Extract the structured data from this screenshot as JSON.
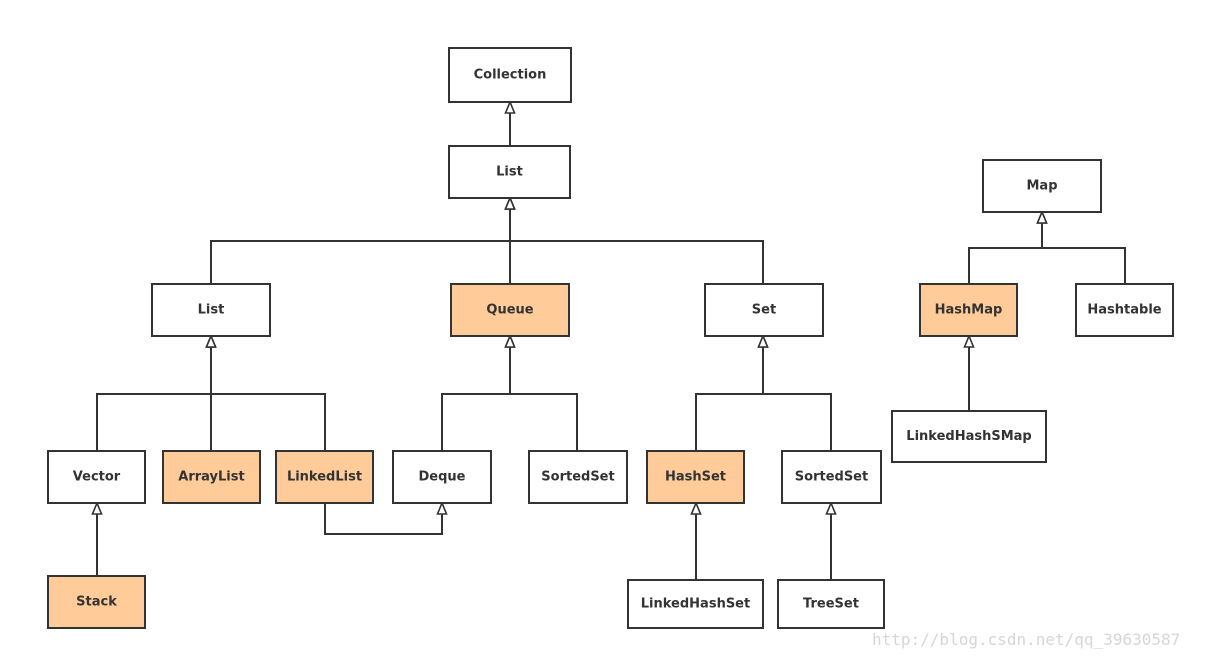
{
  "colors": {
    "highlight_fill": "#ffcc99",
    "default_fill": "#ffffff",
    "stroke": "#333333"
  },
  "nodes": [
    {
      "id": "collection",
      "label": "Collection",
      "highlight": false
    },
    {
      "id": "list-top",
      "label": "List",
      "highlight": false
    },
    {
      "id": "list",
      "label": "List",
      "highlight": false
    },
    {
      "id": "queue",
      "label": "Queue",
      "highlight": true
    },
    {
      "id": "set",
      "label": "Set",
      "highlight": false
    },
    {
      "id": "vector",
      "label": "Vector",
      "highlight": false
    },
    {
      "id": "arraylist",
      "label": "ArrayList",
      "highlight": true
    },
    {
      "id": "linkedlist",
      "label": "LinkedList",
      "highlight": true
    },
    {
      "id": "deque",
      "label": "Deque",
      "highlight": false
    },
    {
      "id": "sortedset-queue",
      "label": "SortedSet",
      "highlight": false
    },
    {
      "id": "hashset",
      "label": "HashSet",
      "highlight": true
    },
    {
      "id": "sortedset",
      "label": "SortedSet",
      "highlight": false
    },
    {
      "id": "stack",
      "label": "Stack",
      "highlight": true
    },
    {
      "id": "linkedhashset",
      "label": "LinkedHashSet",
      "highlight": false
    },
    {
      "id": "treeset",
      "label": "TreeSet",
      "highlight": false
    },
    {
      "id": "map",
      "label": "Map",
      "highlight": false
    },
    {
      "id": "hashmap",
      "label": "HashMap",
      "highlight": true
    },
    {
      "id": "hashtable",
      "label": "Hashtable",
      "highlight": false
    },
    {
      "id": "linkedhashsmap",
      "label": "LinkedHashSMap",
      "highlight": false
    }
  ],
  "edges": [
    {
      "from": "list-top",
      "to": "collection"
    },
    {
      "from": "list",
      "to": "list-top"
    },
    {
      "from": "queue",
      "to": "list-top"
    },
    {
      "from": "set",
      "to": "list-top"
    },
    {
      "from": "vector",
      "to": "list"
    },
    {
      "from": "arraylist",
      "to": "list"
    },
    {
      "from": "linkedlist",
      "to": "list"
    },
    {
      "from": "deque",
      "to": "queue"
    },
    {
      "from": "sortedset-queue",
      "to": "queue"
    },
    {
      "from": "hashset",
      "to": "set"
    },
    {
      "from": "sortedset",
      "to": "set"
    },
    {
      "from": "stack",
      "to": "vector"
    },
    {
      "from": "linkedlist",
      "to": "deque"
    },
    {
      "from": "linkedhashset",
      "to": "hashset"
    },
    {
      "from": "treeset",
      "to": "sortedset"
    },
    {
      "from": "hashmap",
      "to": "map"
    },
    {
      "from": "hashtable",
      "to": "map"
    },
    {
      "from": "linkedhashsmap",
      "to": "hashmap"
    }
  ],
  "watermark": "http://blog.csdn.net/qq_39630587"
}
